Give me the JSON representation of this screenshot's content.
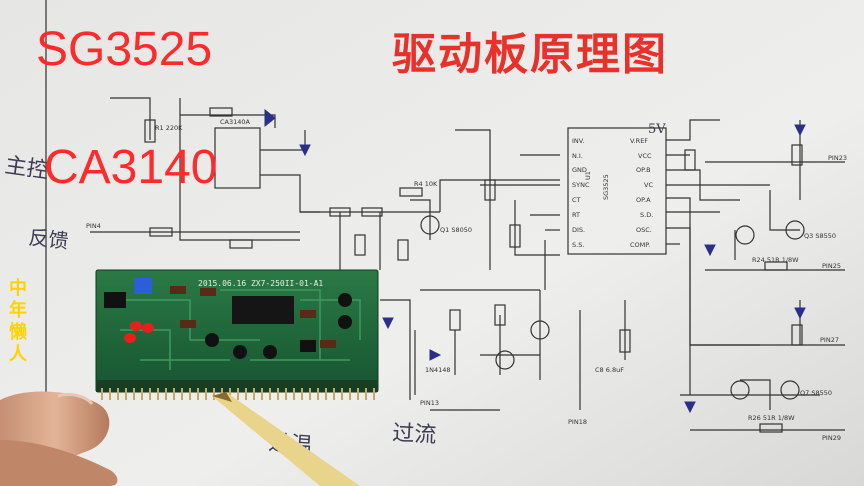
{
  "overlay": {
    "title": "驱动板原理图",
    "chip_sg3525": "SG3525",
    "chip_ca3140": "CA3140",
    "watermark": "中年懒人"
  },
  "handwritten": {
    "main": "主控",
    "feedback": "反馈",
    "overtemp": "过温",
    "overcurrent": "过流"
  },
  "pcb": {
    "silkscreen": "2015.06.16 ZX7-250II-01-A1"
  },
  "schematic_labels": {
    "u1_chip": "SG3525",
    "u2_chip": "CA3140A",
    "u1": "U1",
    "vref": "V.REF",
    "vcc": "VCC",
    "opb": "OP.B",
    "vc": "VC",
    "opa": "OP.A",
    "sd": "S.D.",
    "osc": "OSC.",
    "comp": "COMP.",
    "inv": "INV.",
    "ni": "N.I.",
    "gnd": "GND",
    "sync": "SYNC",
    "ct": "CT",
    "rt": "RT",
    "dis": "DIS.",
    "ss": "S.S.",
    "pin4": "PIN4",
    "pin23": "PIN23",
    "pin25": "PIN25",
    "pin27": "PIN27",
    "pin29": "PIN29",
    "pin13": "PIN13",
    "pin18": "PIN18",
    "five_v": "5V",
    "q1": "Q1 S8050",
    "q3": "Q3 S8550",
    "q7": "Q7 S8550",
    "r24": "R24 51R 1/8W",
    "r26": "R26 51R 1/8W",
    "r1": "R1 220K",
    "r4": "R4 10K",
    "d": "1N4148",
    "c8": "C8 6.8uF"
  },
  "colors": {
    "title": "#e8312a",
    "chip_labels": "#ff2a2a",
    "watermark": "#ffd200",
    "pcb": "#1f6b3a",
    "paper": "#ececec"
  }
}
